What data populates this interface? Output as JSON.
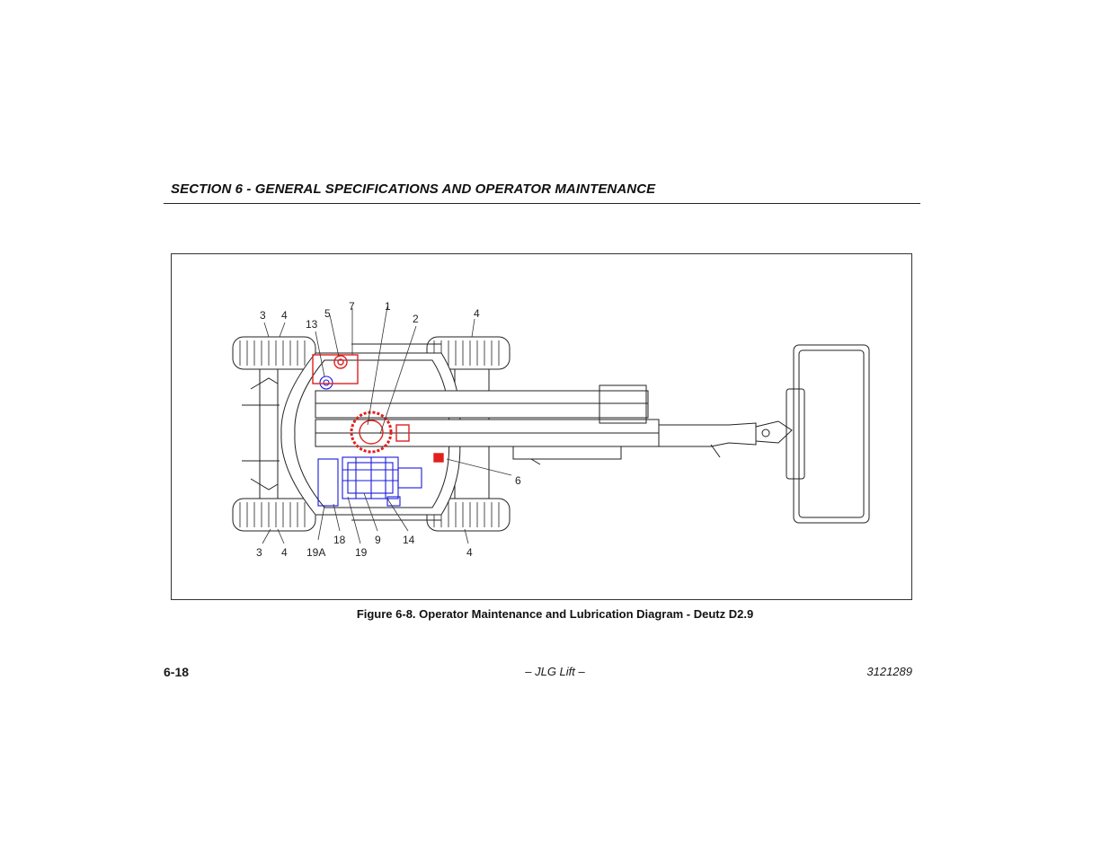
{
  "header": {
    "section_title": "SECTION 6 - GENERAL SPECIFICATIONS AND OPERATOR MAINTENANCE"
  },
  "figure": {
    "caption": "Figure 6-8. Operator Maintenance and Lubrication Diagram - Deutz D2.9",
    "callouts": {
      "c3_top": "3",
      "c4_top_left": "4",
      "c13": "13",
      "c5": "5",
      "c7": "7",
      "c1": "1",
      "c2": "2",
      "c4_top_right": "4",
      "c6": "6",
      "c3_bottom": "3",
      "c4_bottom_left": "4",
      "c19a": "19A",
      "c18": "18",
      "c19": "19",
      "c9": "9",
      "c14": "14",
      "c4_bottom_right": "4"
    },
    "colors": {
      "lubrication": "#e0201f",
      "engine": "#1a1adc",
      "outline": "#222222"
    }
  },
  "footer": {
    "page_number": "6-18",
    "center": "– JLG Lift –",
    "doc_number": "3121289"
  }
}
